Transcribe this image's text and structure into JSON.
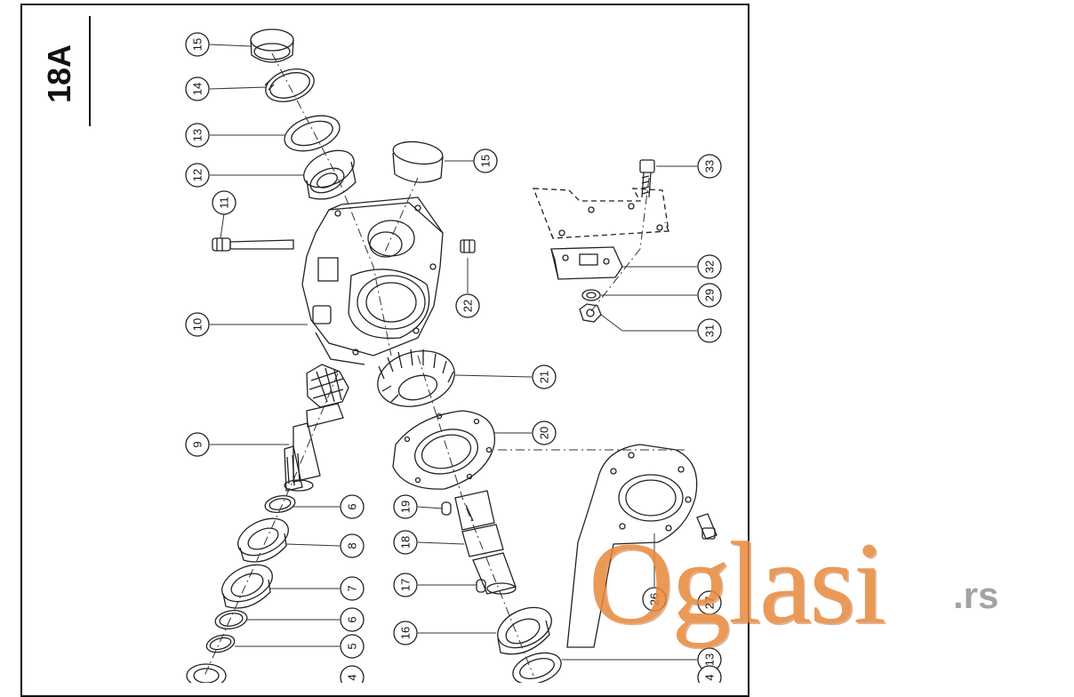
{
  "sheet": {
    "label": "18A"
  },
  "callouts": [
    {
      "id": "c15a",
      "text": "15"
    },
    {
      "id": "c14a",
      "text": "14"
    },
    {
      "id": "c13a",
      "text": "13"
    },
    {
      "id": "c12",
      "text": "12"
    },
    {
      "id": "c11",
      "text": "11"
    },
    {
      "id": "c10",
      "text": "10"
    },
    {
      "id": "c9",
      "text": "9"
    },
    {
      "id": "c6a",
      "text": "6"
    },
    {
      "id": "c8",
      "text": "8"
    },
    {
      "id": "c7",
      "text": "7"
    },
    {
      "id": "c6b",
      "text": "6"
    },
    {
      "id": "c5",
      "text": "5"
    },
    {
      "id": "c4a",
      "text": "4"
    },
    {
      "id": "c15b",
      "text": "15"
    },
    {
      "id": "c22",
      "text": "22"
    },
    {
      "id": "c21",
      "text": "21"
    },
    {
      "id": "c20",
      "text": "20"
    },
    {
      "id": "c19",
      "text": "19"
    },
    {
      "id": "c18",
      "text": "18"
    },
    {
      "id": "c17",
      "text": "17"
    },
    {
      "id": "c16",
      "text": "16"
    },
    {
      "id": "c33",
      "text": "33"
    },
    {
      "id": "c32",
      "text": "32"
    },
    {
      "id": "c29",
      "text": "29"
    },
    {
      "id": "c31",
      "text": "31"
    },
    {
      "id": "c26",
      "text": "26"
    },
    {
      "id": "c27",
      "text": "27"
    },
    {
      "id": "c13b",
      "text": "13"
    },
    {
      "id": "c4b",
      "text": "4"
    }
  ],
  "watermark": {
    "brand": "Oglasi",
    "domain": ".rs",
    "color": "#e8883a"
  }
}
